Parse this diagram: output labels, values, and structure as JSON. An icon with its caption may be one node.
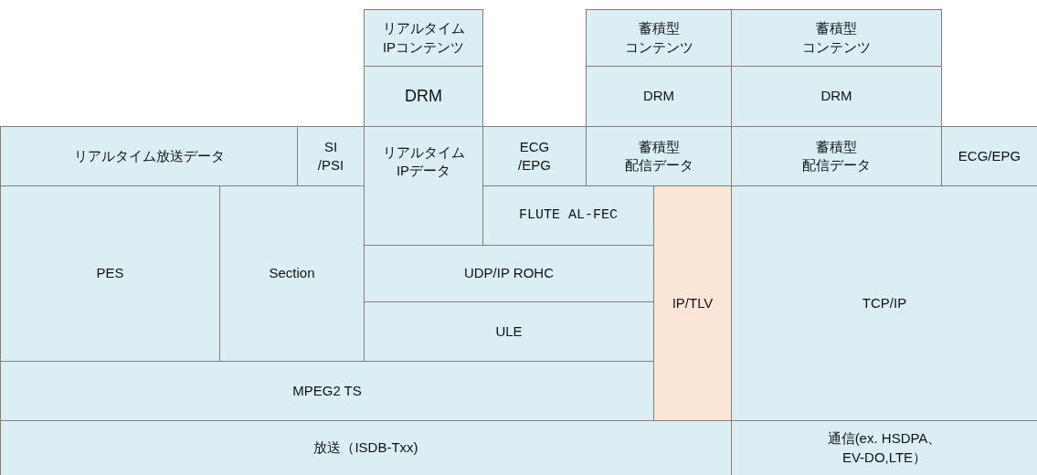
{
  "diagram": {
    "nodes": [
      {
        "text": [
          "リアルタイムIPコンテンツ"
        ]
      },
      {
        "text": [
          "DRM"
        ]
      },
      {
        "text": [
          "蓄積型コンテンツ"
        ]
      },
      {
        "text": [
          "蓄積型コンテンツ"
        ]
      },
      {
        "text": [
          "DRM"
        ]
      },
      {
        "text": [
          "DRM"
        ]
      },
      {
        "text": [
          "リアルタイム放送データ"
        ]
      },
      {
        "text": [
          "SI /PSI"
        ]
      },
      {
        "text": [
          "リアルタイムIPデータ"
        ]
      },
      {
        "text": [
          "ECG /EPG"
        ]
      },
      {
        "text": [
          "蓄積型配信データ"
        ]
      },
      {
        "text": [
          "蓄積型配信データ"
        ]
      },
      {
        "text": [
          "ECG/EPG"
        ]
      },
      {
        "text": [
          "PES"
        ]
      },
      {
        "text": [
          "Section"
        ]
      },
      {
        "text": [
          "FLUTE AL-FEC"
        ]
      },
      {
        "text": [
          "IP/TLV"
        ]
      },
      {
        "text": [
          "TCP/IP"
        ]
      },
      {
        "text": [
          "UDP/IP ROHC"
        ]
      },
      {
        "text": [
          "ULE"
        ]
      },
      {
        "text": [
          "MPEG2 TS"
        ]
      },
      {
        "text": [
          "放送（ISDB-Txx)"
        ]
      },
      {
        "text": [
          "通信(ex. HSDPA、EV-DO,LTE）"
        ]
      }
    ]
  }
}
